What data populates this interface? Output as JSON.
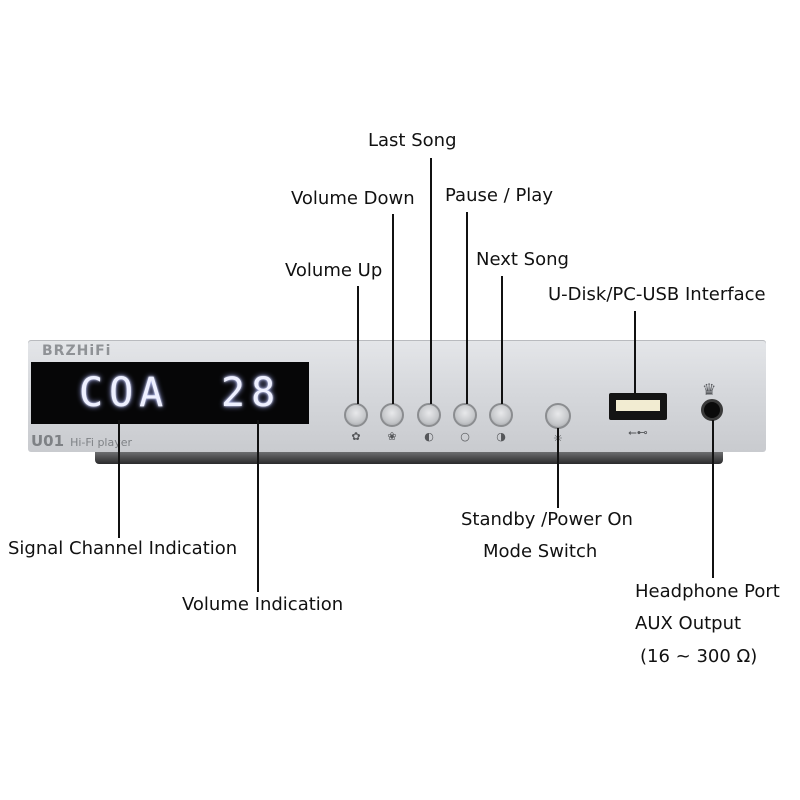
{
  "device": {
    "brand": "BRZHiFi",
    "model": "U01",
    "subtitle": "Hi-Fi player",
    "display_channel": "COA",
    "display_volume": "28",
    "usb_symbol": "⭠⊷",
    "headphone_icon": "crown-icon"
  },
  "buttons": [
    {
      "name": "volume-up-button",
      "icon": "✿"
    },
    {
      "name": "volume-down-button",
      "icon": "❀"
    },
    {
      "name": "last-song-button",
      "icon": "◐"
    },
    {
      "name": "pause-play-button",
      "icon": "○"
    },
    {
      "name": "next-song-button",
      "icon": "◑"
    },
    {
      "name": "standby-button",
      "icon": "✳"
    }
  ],
  "labels": {
    "last_song": "Last Song",
    "volume_down": "Volume Down",
    "pause_play": "Pause / Play",
    "volume_up": "Volume Up",
    "next_song": "Next Song",
    "usb_interface": "U-Disk/PC-USB Interface",
    "standby_line1": "Standby /Power On",
    "standby_line2": "Mode Switch",
    "signal_channel": "Signal Channel Indication",
    "volume_indication": "Volume Indication",
    "headphone_line1": "Headphone Port",
    "headphone_line2": "AUX Output",
    "headphone_line3": "(16 ~ 300 Ω)"
  }
}
